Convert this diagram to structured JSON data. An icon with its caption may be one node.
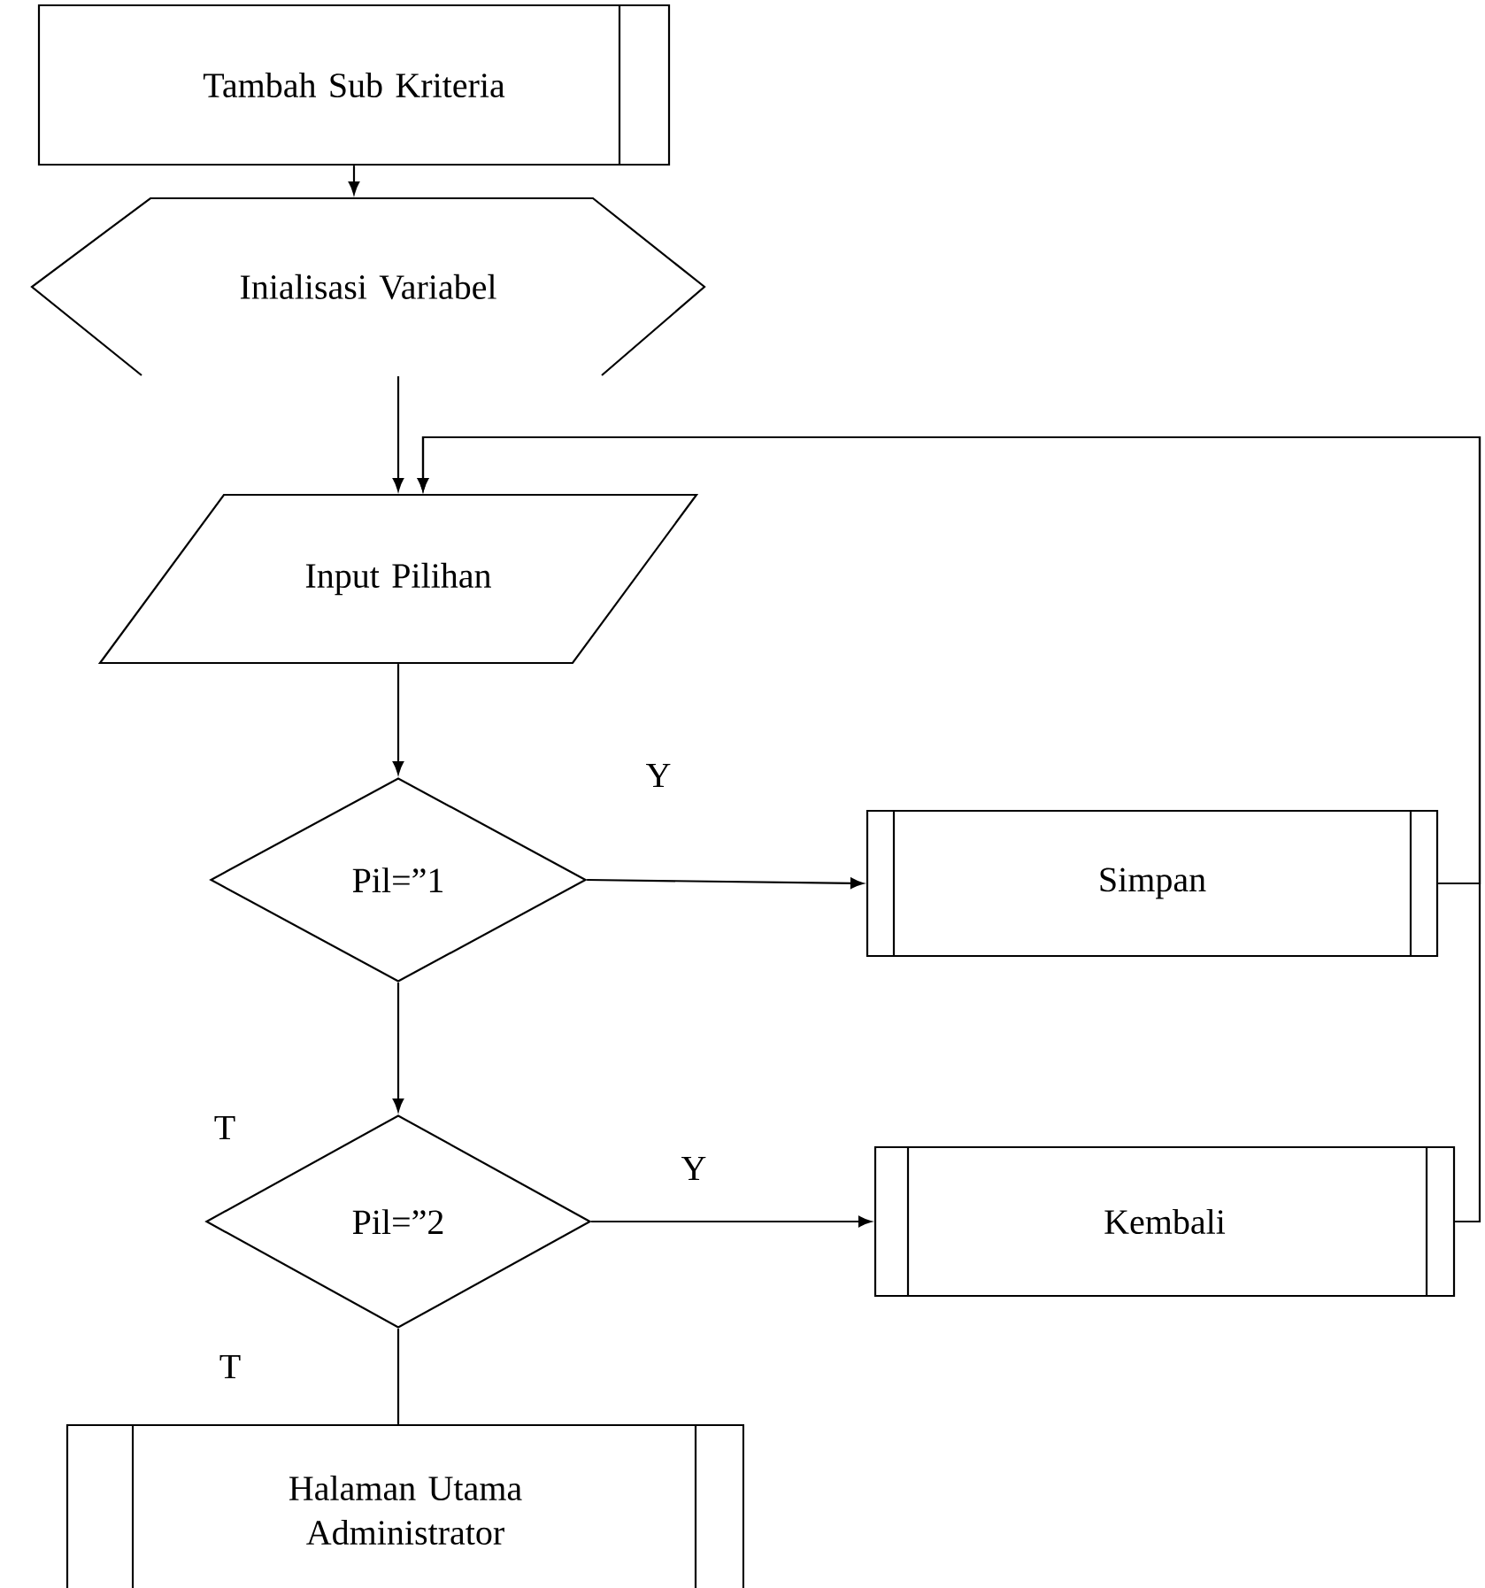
{
  "diagram": {
    "nodes": [
      {
        "text": [
          "Tambah Sub Kriteria"
        ]
      },
      {
        "text": [
          "Inialisasi Variabel"
        ]
      },
      {
        "text": [
          "Input Pilihan"
        ]
      },
      {
        "text": [
          "Pil=”1"
        ]
      },
      {
        "text": [
          "Simpan"
        ]
      },
      {
        "text": [
          "Pil=”2"
        ]
      },
      {
        "text": [
          "Kembali"
        ]
      },
      {
        "text": [
          "Halaman Utama Administrator"
        ]
      }
    ],
    "edges": [
      {
        "from": 0,
        "to": 1,
        "arrow": "to"
      },
      {
        "from": 1,
        "to": 2,
        "arrow": "to"
      },
      {
        "from": 2,
        "to": 3,
        "arrow": "to"
      },
      {
        "from": 3,
        "to": 4,
        "arrow": "to",
        "label": "Y"
      },
      {
        "from": 3,
        "to": 5,
        "arrow": "to",
        "label": "T"
      },
      {
        "from": 5,
        "to": 6,
        "arrow": "to",
        "label": "Y"
      },
      {
        "from": 5,
        "to": 7,
        "arrow": "none",
        "label": "T"
      },
      {
        "from": 4,
        "to": 2,
        "arrow": "to"
      },
      {
        "from": 6,
        "to": 2,
        "arrow": "to"
      }
    ]
  }
}
